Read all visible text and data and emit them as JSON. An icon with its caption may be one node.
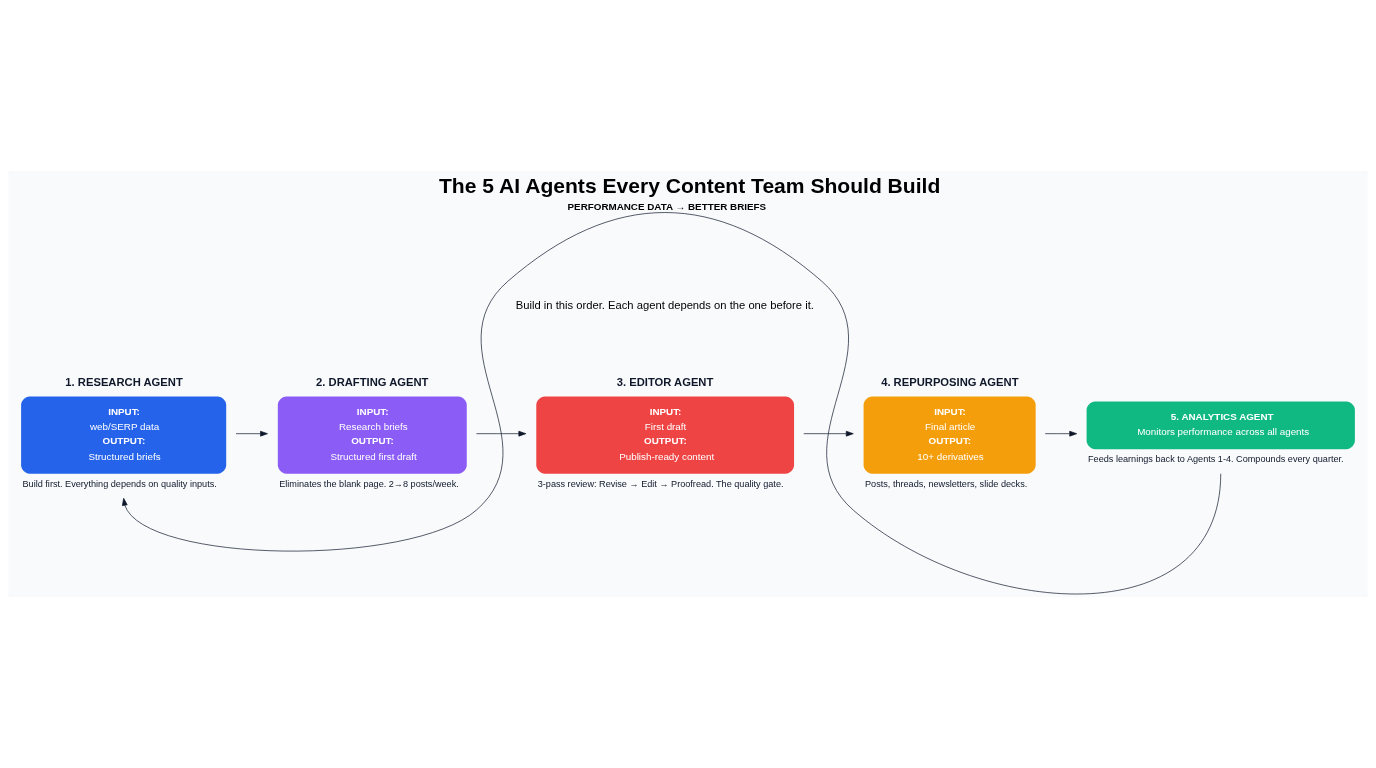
{
  "diagram": {
    "title": "The 5 AI Agents Every Content Team Should Build",
    "nodes": [
      {
        "text": [
          "1. RESEARCH AGENT",
          "INPUT:",
          "web/SERP data",
          "OUTPUT:",
          "Structured briefs"
        ],
        "beside": [
          "Build first. Everything depends on quality inputs."
        ]
      },
      {
        "text": [
          "2. DRAFTING AGENT",
          "INPUT:",
          "Research briefs",
          "OUTPUT:",
          "Structured first draft"
        ],
        "beside": [
          "Eliminates the blank page. 2→8 posts/week."
        ]
      },
      {
        "text": [
          "3. EDITOR AGENT",
          "INPUT:",
          "First draft",
          "OUTPUT:",
          "Publish-ready content"
        ],
        "beside": [
          "3-pass review: Revise → Edit → Proofread. The quality gate."
        ]
      },
      {
        "text": [
          "4. REPURPOSING AGENT",
          "INPUT:",
          "Final article",
          "OUTPUT:",
          "10+ derivatives"
        ],
        "beside": [
          "Posts, threads, newsletters, slide decks."
        ]
      },
      {
        "text": [
          "5. ANALYTICS AGENT",
          "Monitors performance across all agents"
        ],
        "beside": [
          "Feeds learnings back to Agents 1-4. Compounds every quarter."
        ]
      }
    ],
    "edges": [
      {
        "from": 0,
        "to": 1,
        "arrow": "to"
      },
      {
        "from": 1,
        "to": 2,
        "arrow": "to"
      },
      {
        "from": 2,
        "to": 3,
        "arrow": "to"
      },
      {
        "from": 3,
        "to": 4,
        "arrow": "to"
      },
      {
        "from": 4,
        "to": 0,
        "arrow": "to",
        "label": "PERFORMANCE DATA → BETTER BRIEFS"
      }
    ],
    "labels": [
      "Build in this order. Each agent depends on the one before it."
    ]
  }
}
